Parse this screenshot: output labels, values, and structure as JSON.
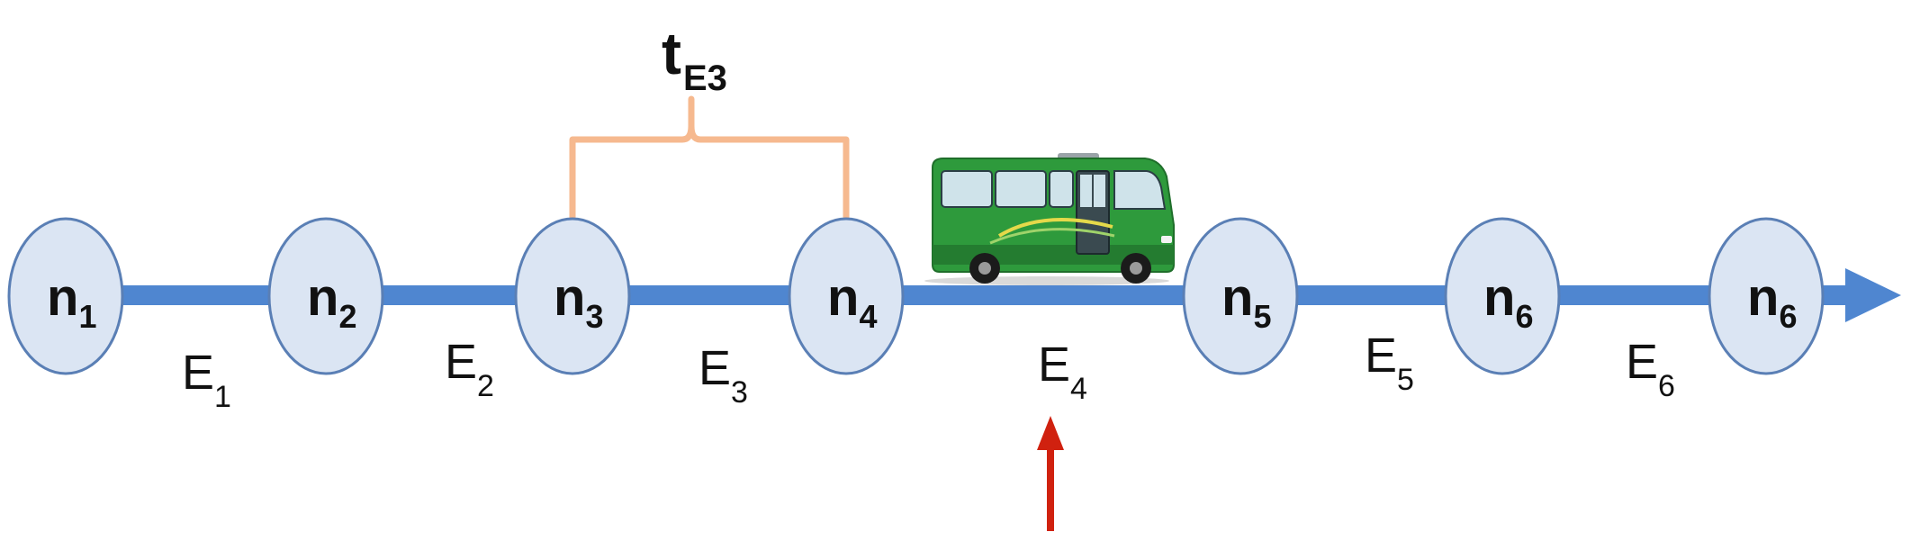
{
  "nodes": [
    {
      "main": "n",
      "sub": "1"
    },
    {
      "main": "n",
      "sub": "2"
    },
    {
      "main": "n",
      "sub": "3"
    },
    {
      "main": "n",
      "sub": "4"
    },
    {
      "main": "n",
      "sub": "5"
    },
    {
      "main": "n",
      "sub": "6"
    },
    {
      "main": "n",
      "sub": "6"
    }
  ],
  "edges": [
    {
      "main": "E",
      "sub": "1"
    },
    {
      "main": "E",
      "sub": "2"
    },
    {
      "main": "E",
      "sub": "3"
    },
    {
      "main": "E",
      "sub": "4"
    },
    {
      "main": "E",
      "sub": "5"
    },
    {
      "main": "E",
      "sub": "6"
    }
  ],
  "travel_time": {
    "main": "t",
    "sub": "E3"
  },
  "colors": {
    "route_line": "#4f86d0",
    "node_fill": "#dbe5f3",
    "node_stroke": "#5a7fb5",
    "brace": "#f6b98f",
    "pointer_arrow": "#d0210f",
    "bus_body": "#2e9a3c"
  },
  "icons": {
    "vehicle": "bus-icon",
    "pointer": "red-arrow-up-icon"
  }
}
